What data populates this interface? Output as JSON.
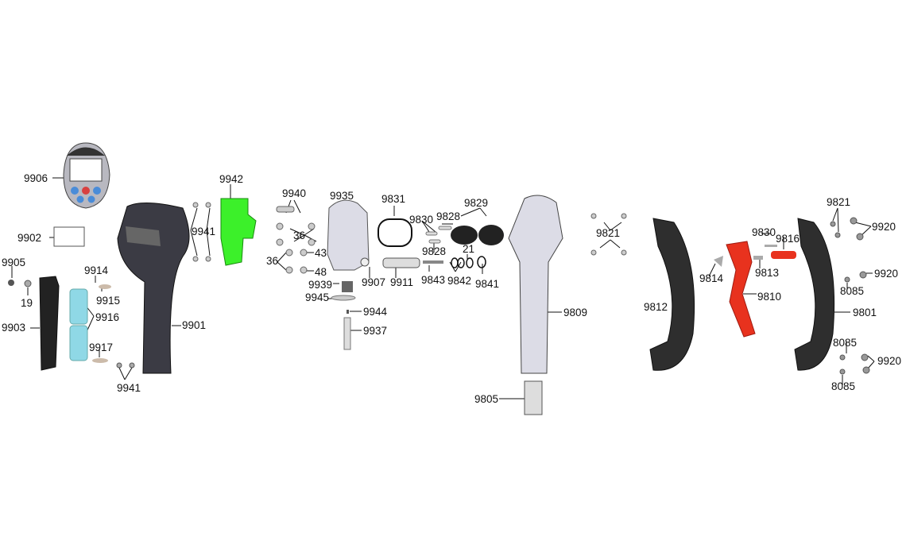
{
  "title": "Exploded parts diagram",
  "colors": {
    "highlight_green": "#3cf02a",
    "highlight_red": "#e8321e",
    "battery": "#8fd8e6",
    "part_dark": "#3a3a3a",
    "part_light": "#d8d8e0"
  },
  "labels": [
    "9906",
    "9902",
    "9905",
    "19",
    "9903",
    "9914",
    "9915",
    "9916",
    "9917",
    "9941",
    "9901",
    "9942",
    "9941",
    "9940",
    "9935",
    "36",
    "36",
    "43",
    "48",
    "9939",
    "9945",
    "9944",
    "9937",
    "9907",
    "9911",
    "9831",
    "9830",
    "9828",
    "9828",
    "9829",
    "21",
    "9843",
    "9842",
    "9841",
    "9809",
    "9805",
    "9821",
    "9814",
    "9812",
    "9830",
    "9816",
    "9813",
    "9810",
    "9821",
    "9920",
    "9920",
    "8085",
    "9801",
    "8085",
    "9920",
    "8085"
  ]
}
